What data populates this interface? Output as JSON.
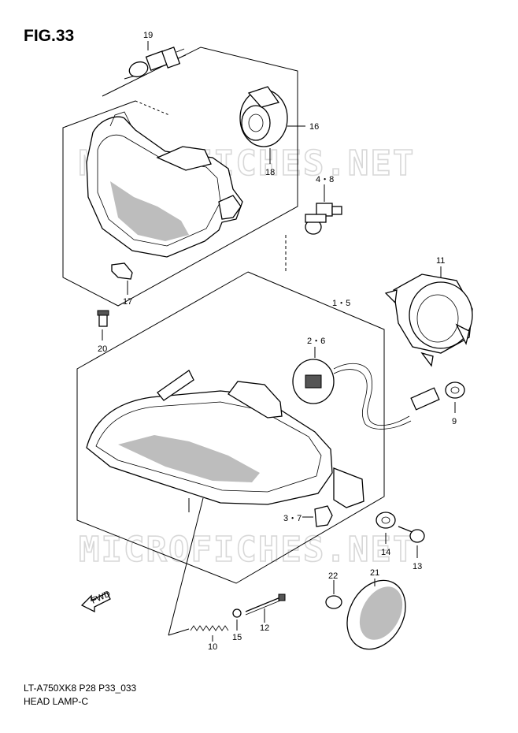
{
  "figure": {
    "title": "FIG.33",
    "model_code": "LT-A750XK8 P28 P33_033",
    "section_name": "HEAD LAMP-C",
    "watermark": "MICROFICHES.NET",
    "fwd_label": "FWD"
  },
  "callouts": {
    "c19": "19",
    "c16": "16",
    "c18": "18",
    "c48": "4・8",
    "c11": "11",
    "c15a": "1・5",
    "c26": "2・6",
    "c17": "17",
    "c20": "20",
    "c9": "9",
    "c37": "3・7",
    "c14": "14",
    "c13": "13",
    "c22": "22",
    "c21": "21",
    "c12": "12",
    "c10": "10",
    "c15": "15"
  }
}
